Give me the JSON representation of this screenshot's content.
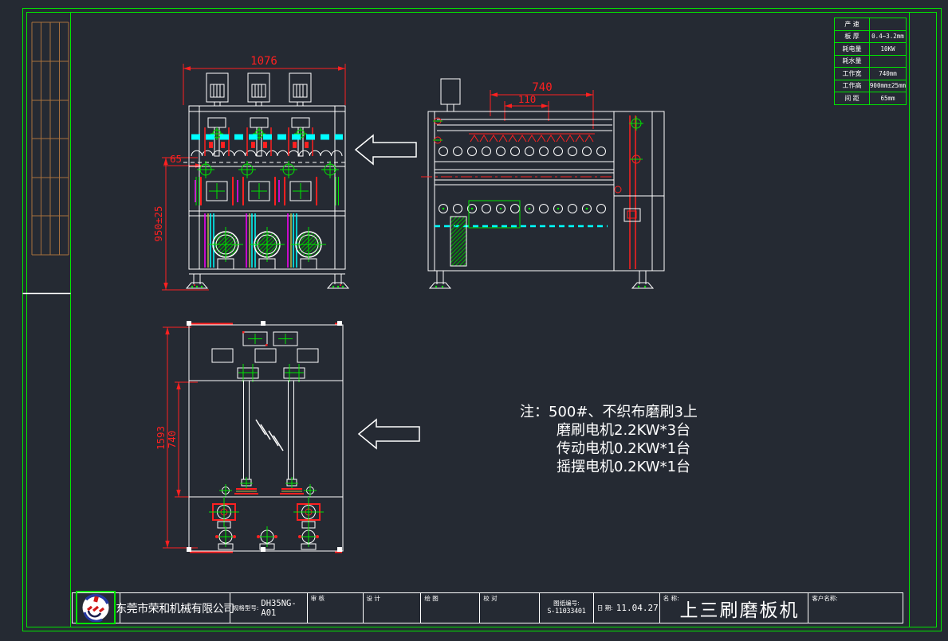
{
  "colors": {
    "background": "#252a33",
    "line_green": "#00e400",
    "line_red": "#ff2020",
    "line_white": "#ffffff",
    "line_cyan": "#00ffff",
    "line_magenta": "#ff00ff",
    "table_brown": "#a9713e",
    "logo_blue": "#2438a0",
    "logo_red": "#d01818"
  },
  "spec_table": {
    "rows": [
      {
        "label": "产 速",
        "value": ""
      },
      {
        "label": "板 厚",
        "value": "0.4~3.2mm"
      },
      {
        "label": "耗电量",
        "value": "10KW"
      },
      {
        "label": "耗水量",
        "value": ""
      },
      {
        "label": "工作宽",
        "value": "740mm"
      },
      {
        "label": "工作高",
        "value": "900mm±25mm"
      },
      {
        "label": "间 距",
        "value": "65mm"
      }
    ]
  },
  "dimensions": {
    "front_width": "1076",
    "front_height": "950±25",
    "front_offset": "65",
    "side_width": "740",
    "side_inner": "110",
    "top_length": "1593",
    "top_inner": "740"
  },
  "note": {
    "lines": [
      "注：500#、不织布磨刷3上",
      "磨刷电机2.2KW*3台",
      "传动电机0.2KW*1台",
      "摇摆电机0.2KW*1台"
    ]
  },
  "title_block": {
    "company": "东莞市荣和机械有限公司",
    "model_label": "规格型号:",
    "model": "DH35NG-A01",
    "fields": [
      {
        "label": "审 核"
      },
      {
        "label": "设 计"
      },
      {
        "label": "绘 图"
      },
      {
        "label": "校 对"
      }
    ],
    "drawing_no_label": "图纸编号:",
    "drawing_no": "S-11033401",
    "date_label": "日 期:",
    "date": "11.04.27",
    "name_label": "名 称:",
    "name": "上三刷磨板机",
    "customer_label": "客户名称:"
  }
}
